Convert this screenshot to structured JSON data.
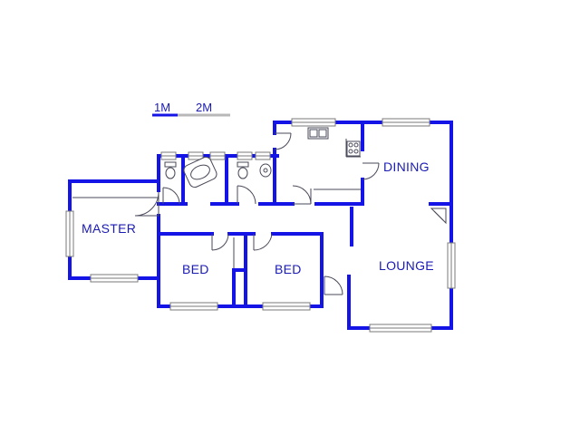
{
  "colors": {
    "wall": "#1414e6",
    "label": "#1a1ab4",
    "thin": "#4a4a5a",
    "window": "#8c8c8c",
    "scale_light": "#b8b8b8"
  },
  "scale": {
    "label_1": "1M",
    "label_2": "2M"
  },
  "rooms": {
    "master": "MASTER",
    "bed_1": "BED",
    "bed_2": "BED",
    "dining": "DINING",
    "lounge": "LOUNGE"
  },
  "fixtures": [
    "toilet-icon",
    "bathtub-icon",
    "toilet-icon",
    "basin-icon",
    "double-sink-icon",
    "stove-icon",
    "fireplace-icon"
  ]
}
